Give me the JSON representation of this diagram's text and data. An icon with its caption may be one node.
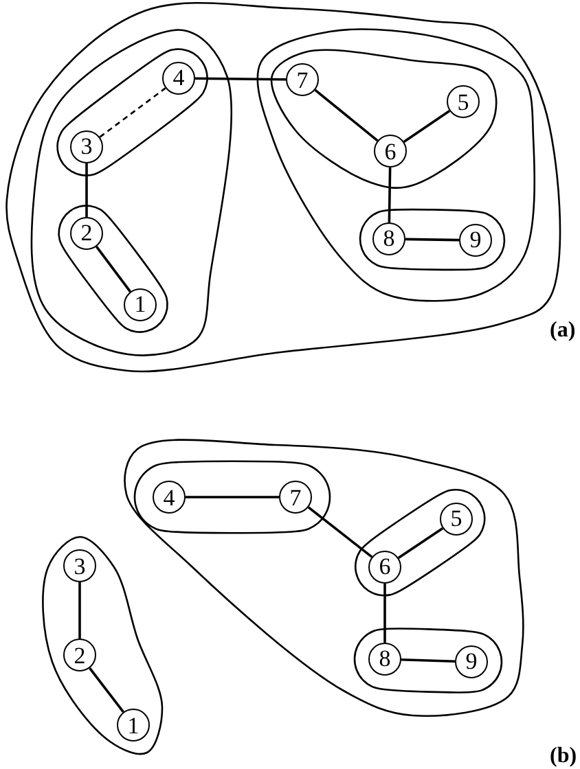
{
  "diagram": {
    "nodes": [
      {
        "text": [],
        "shape": "blob"
      },
      {
        "text": [],
        "shape": "blob",
        "in": 0
      },
      {
        "text": [],
        "shape": "blob",
        "in": 1
      },
      {
        "text": [
          "4"
        ],
        "in": 2
      },
      {
        "text": [
          "3"
        ],
        "in": 2
      },
      {
        "text": [],
        "shape": "blob",
        "in": 1
      },
      {
        "text": [
          "2"
        ],
        "in": 5
      },
      {
        "text": [
          "1"
        ],
        "in": 5
      },
      {
        "text": [],
        "shape": "blob",
        "in": 0
      },
      {
        "text": [],
        "shape": "blob",
        "in": 8
      },
      {
        "text": [
          "7"
        ],
        "in": 9
      },
      {
        "text": [
          "5"
        ],
        "in": 9
      },
      {
        "text": [
          "6"
        ],
        "in": 9
      },
      {
        "text": [],
        "shape": "blob",
        "in": 8
      },
      {
        "text": [
          "8"
        ],
        "in": 13
      },
      {
        "text": [
          "9"
        ],
        "in": 13
      },
      {
        "text": [],
        "shape": "blob"
      },
      {
        "text": [],
        "shape": "blob",
        "in": 16
      },
      {
        "text": [
          "4"
        ],
        "in": 17
      },
      {
        "text": [
          "7"
        ],
        "in": 17
      },
      {
        "text": [],
        "shape": "blob",
        "in": 16
      },
      {
        "text": [
          "5"
        ],
        "in": 20
      },
      {
        "text": [
          "6"
        ],
        "in": 20
      },
      {
        "text": [],
        "shape": "blob",
        "in": 16
      },
      {
        "text": [
          "8"
        ],
        "in": 23
      },
      {
        "text": [
          "9"
        ],
        "in": 23
      },
      {
        "text": [],
        "shape": "blob"
      },
      {
        "text": [
          "3"
        ],
        "in": 26
      },
      {
        "text": [
          "2"
        ],
        "in": 26
      },
      {
        "text": [
          "1"
        ],
        "in": 26
      }
    ],
    "edges": [
      {
        "from": 4,
        "to": 3,
        "arrow": "none",
        "style": "dashed"
      },
      {
        "from": 3,
        "to": 10,
        "arrow": "none"
      },
      {
        "from": 4,
        "to": 6,
        "arrow": "none"
      },
      {
        "from": 6,
        "to": 7,
        "arrow": "none"
      },
      {
        "from": 10,
        "to": 12,
        "arrow": "none"
      },
      {
        "from": 12,
        "to": 11,
        "arrow": "none"
      },
      {
        "from": 12,
        "to": 14,
        "arrow": "none"
      },
      {
        "from": 14,
        "to": 15,
        "arrow": "none"
      },
      {
        "from": 18,
        "to": 19,
        "arrow": "none"
      },
      {
        "from": 19,
        "to": 22,
        "arrow": "none"
      },
      {
        "from": 22,
        "to": 21,
        "arrow": "none"
      },
      {
        "from": 22,
        "to": 24,
        "arrow": "none"
      },
      {
        "from": 24,
        "to": 25,
        "arrow": "none"
      },
      {
        "from": 27,
        "to": 28,
        "arrow": "none"
      },
      {
        "from": 28,
        "to": 29,
        "arrow": "none"
      }
    ],
    "labels": [
      "(a)",
      "(b)"
    ]
  }
}
